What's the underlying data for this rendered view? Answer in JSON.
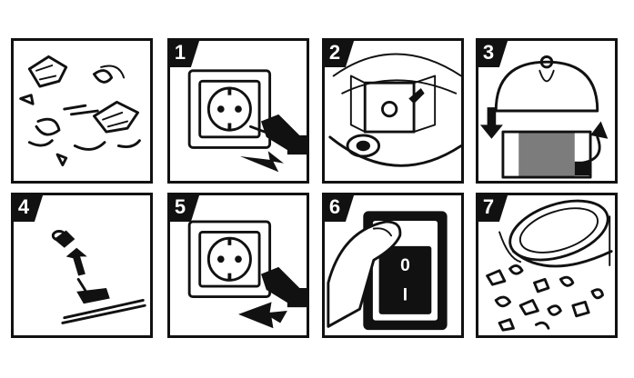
{
  "steps": [
    {
      "number": ""
    },
    {
      "number": "1"
    },
    {
      "number": "2"
    },
    {
      "number": "3"
    },
    {
      "number": "4"
    },
    {
      "number": "5"
    },
    {
      "number": "6"
    },
    {
      "number": "7"
    }
  ],
  "switch": {
    "off_label": "0",
    "on_label": "I"
  },
  "icons": {
    "p0": "debris-icon",
    "p1": "unplug-icon",
    "p2": "filter-icon",
    "p3": "lid-icon",
    "p4": "suction-icon",
    "p5": "plug-in-icon",
    "p6": "power-switch-icon",
    "p7": "empty-container-icon"
  }
}
